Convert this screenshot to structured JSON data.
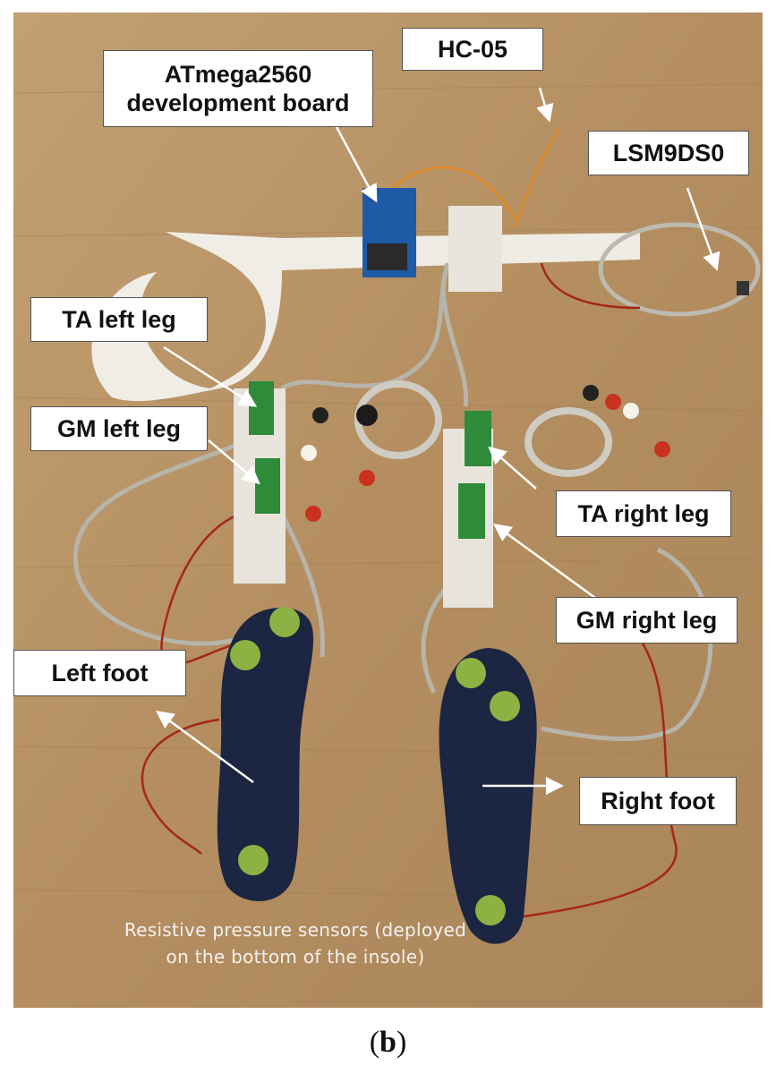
{
  "labels": {
    "hc05": "HC-05",
    "atmega_line1": "ATmega2560",
    "atmega_line2": "development board",
    "lsm9ds0": "LSM9DS0",
    "ta_left": "TA left leg",
    "gm_left": "GM left leg",
    "ta_right": "TA right leg",
    "gm_right": "GM right leg",
    "left_foot": "Left foot",
    "right_foot": "Right foot"
  },
  "photo_caption": {
    "line1": "Resistive pressure sensors (deployed",
    "line2": "on the bottom of the insole)"
  },
  "figure": {
    "open": "(",
    "letter": "b",
    "close": ")"
  },
  "colors": {
    "floor": "#b99568",
    "insole": "#1c2541",
    "sensor_dot": "#8db244",
    "pcb": "#2e8b3a",
    "breadboard": "#e8e4dc",
    "strap": "#f2f2ee",
    "cable": "#b8b6ae"
  }
}
